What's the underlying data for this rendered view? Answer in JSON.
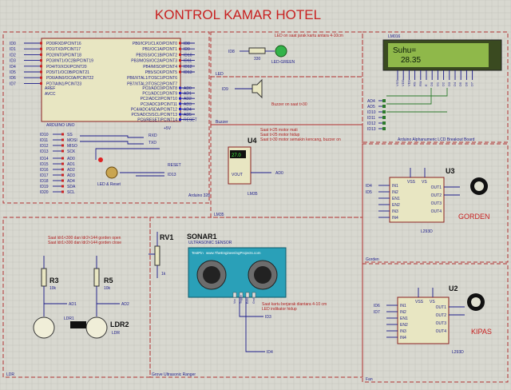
{
  "title": "KONTROL KAMAR HOTEL",
  "arduino": {
    "pins_left": [
      "ID0",
      "ID1",
      "ID2",
      "ID3",
      "ID4",
      "ID5",
      "ID6",
      "ID7"
    ],
    "pins_left_text": [
      "PD0/RXD/PCINT16",
      "PD1/TXD/PCINT17",
      "PD2/INT0/PCINT18",
      "PD3/INT1/OC2B/PCINT19",
      "PD4/T0/XCK/PCINT20",
      "PD5/T1/OC0B/PCINT21",
      "PD6/AIN0/OC0A/PCINT22",
      "PD7/AIN1/PCINT23"
    ],
    "pins_right": [
      "ID8",
      "ID9",
      "ID10",
      "ID11",
      "ID12",
      "ID13"
    ],
    "pins_right_text": [
      "PB0/ICP1/CLKO/PCINT0",
      "PB1/OC1A/PCINT1",
      "PB2/SS/OC1B/PCINT2",
      "PB3/MOSI/OC2A/PCINT3",
      "PB4/MISO/PCINT4",
      "PB5/SCK/PCINT5",
      "PB6/XTAL1/TOSC1/PCINT6",
      "PB7/XTAL2/TOSC2/PCINT7"
    ],
    "analog_text": [
      "PC0/ADC0/PCINT8",
      "PC1/ADC1/PCINT9",
      "PC2/ADC2/PCINT10",
      "PC3/ADC3/PCINT11",
      "PC4/ADC4/SDA/PCINT12",
      "PC5/ADC5/SCL/PCINT13",
      "PC6/RESET/PCINT14"
    ],
    "analog_pins": [
      "AD0",
      "AD1",
      "AD2",
      "AD3",
      "AD4",
      "AD5",
      "RESET"
    ],
    "aref": "AREF",
    "avcc": "AVCC",
    "board_label": "ARDUINO UNO",
    "chip_label": "Arduino 328",
    "led_reset": "LED & Reset",
    "bottom_left": [
      "ID10",
      "ID11",
      "ID12",
      "ID13"
    ],
    "bottom_mid": [
      "SS",
      "MOSI",
      "MISO",
      "SCK"
    ],
    "bottom_left2": [
      "ID14",
      "ID15",
      "ID16",
      "ID17",
      "ID18",
      "ID19",
      "ID20"
    ],
    "bottom_mid2": [
      "AD0",
      "AD1",
      "AD2",
      "AD3",
      "AD4",
      "SDA",
      "SCL"
    ],
    "rx": "RXD",
    "tx": "TXD",
    "reset": "RESET",
    "id13": "ID13",
    "v5": "+5V"
  },
  "led_block": {
    "note": "LED on saat jarak kartu antara 4-10cm",
    "pin": "ID8",
    "resistor": "330",
    "part": "LED-GREEN",
    "group": "LED"
  },
  "buzzer_block": {
    "pin": "ID9",
    "note": "Buzzer on saat t>30",
    "group": "Buzzer"
  },
  "lcd": {
    "label": "LM016",
    "line1": "Suhu=",
    "line2": "28.35",
    "pins": [
      "VSS",
      "VDD",
      "VEE",
      "RS",
      "RW",
      "E",
      "D0",
      "D1",
      "D2",
      "D3",
      "D4",
      "D5",
      "D6",
      "D7"
    ],
    "io": [
      "AD4",
      "AD5",
      "ID10",
      "ID11",
      "ID12",
      "ID13"
    ],
    "group": "Arduino Alphanumeric LCD Breakout Board"
  },
  "lm35": {
    "label": "U4",
    "part": "LM35",
    "vout": "VOUT",
    "out": "AD0",
    "notes": [
      "Saat t<25 motor mati",
      "Saat t>25 motor hidup",
      "Saat t>30 motor semakin kencang, buzzer on"
    ],
    "group": "LM35",
    "value": "27.0"
  },
  "gorden": {
    "label": "U3",
    "part": "L293D",
    "name": "GORDEN",
    "pins_left": [
      "IN1",
      "IN2",
      "EN1",
      "EN2",
      "IN3",
      "IN4"
    ],
    "inputs": [
      "ID4",
      "ID5"
    ],
    "pins_right": [
      "OUT1",
      "OUT2",
      "OUT3",
      "OUT4"
    ],
    "top": [
      "VSS",
      "VS"
    ],
    "group": "Gorden"
  },
  "fan": {
    "label": "U2",
    "part": "L293D",
    "name": "KIPAS",
    "pins_left": [
      "IN1",
      "IN2",
      "EN1",
      "EN2",
      "IN3",
      "IN4"
    ],
    "inputs": [
      "ID6",
      "ID7"
    ],
    "pins_right": [
      "OUT1",
      "OUT2",
      "OUT3",
      "OUT4"
    ],
    "top": [
      "VSS",
      "VS"
    ],
    "group": "Fan"
  },
  "ldr": {
    "r3": "R3",
    "r3v": "10k",
    "r5": "R5",
    "r5v": "10k",
    "ldr1": "LDR1",
    "ldr2": "LDR2",
    "ldrv": "LDR",
    "out1": "AD1",
    "out2": "AD2",
    "notes": [
      "Saat ldr1<300 dan ldr2<144 gorden open",
      "Saat ldr1>300 dan ldr2>144 gorden close"
    ],
    "group": "LDR",
    "r1": "RV1",
    "r1v": "1k"
  },
  "sonar": {
    "label": "SONAR1",
    "sub": "ULTRASONIC SENSOR",
    "brand": "www.TheEngineeringProjects.com",
    "test": "TestPin",
    "pins": [
      "Vcc",
      "Trigger",
      "Echo",
      "Gnd"
    ],
    "note1": "Saat kartu berjarak diantara 4-10 cm",
    "note2": "LED indikator hidup",
    "trig": "ID3",
    "echo": "ID4",
    "group": "Grove Ultrasonic Ranger"
  },
  "colors": {
    "bg": "#d8d8d0",
    "title": "#c82020",
    "wire": "#1b1b8a",
    "lcd_bg": "#8fb84a",
    "sonar": "#2aa0b8"
  }
}
